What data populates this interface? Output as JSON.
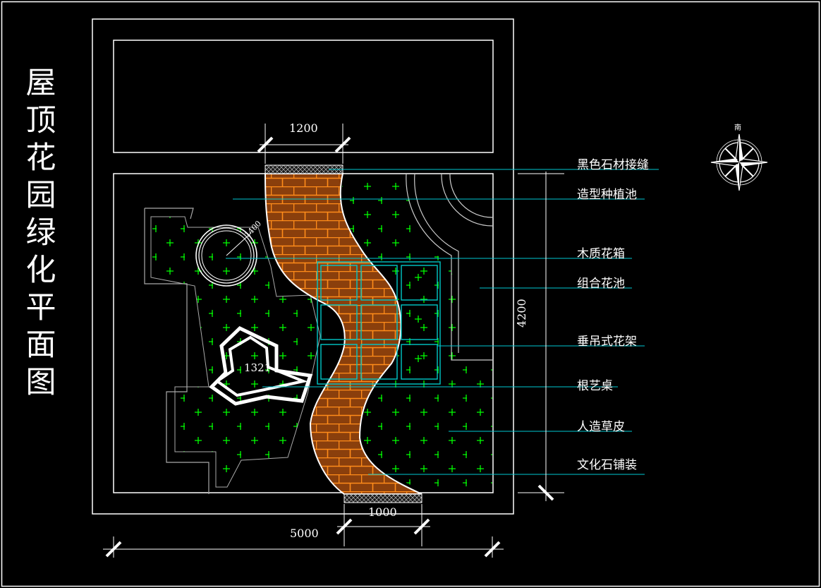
{
  "title_chars": [
    "屋",
    "顶",
    "花",
    "园",
    "绿",
    "化",
    "平",
    "面",
    "图"
  ],
  "legend_labels": [
    "黑色石材接缝",
    "造型种植池",
    "木质花箱",
    "组合花池",
    "垂吊式花架",
    "根艺桌",
    "人造草皮",
    "文化石铺装"
  ],
  "dimensions": {
    "path_top_width": "1200",
    "path_bottom_width": "1000",
    "overall_width": "5000",
    "overall_height": "4200",
    "tree_pool_diameter": "1400",
    "root_table_size": "1321"
  },
  "compass_label": "南",
  "colors": {
    "background": "#000000",
    "lines": "#ffffff",
    "leader": "#00c8d2",
    "grass_cross": "#00ff00",
    "brick_fill": "#8a3f0c",
    "brick_joint": "#ff8c1a",
    "planter_frame": "#00c8c8"
  }
}
